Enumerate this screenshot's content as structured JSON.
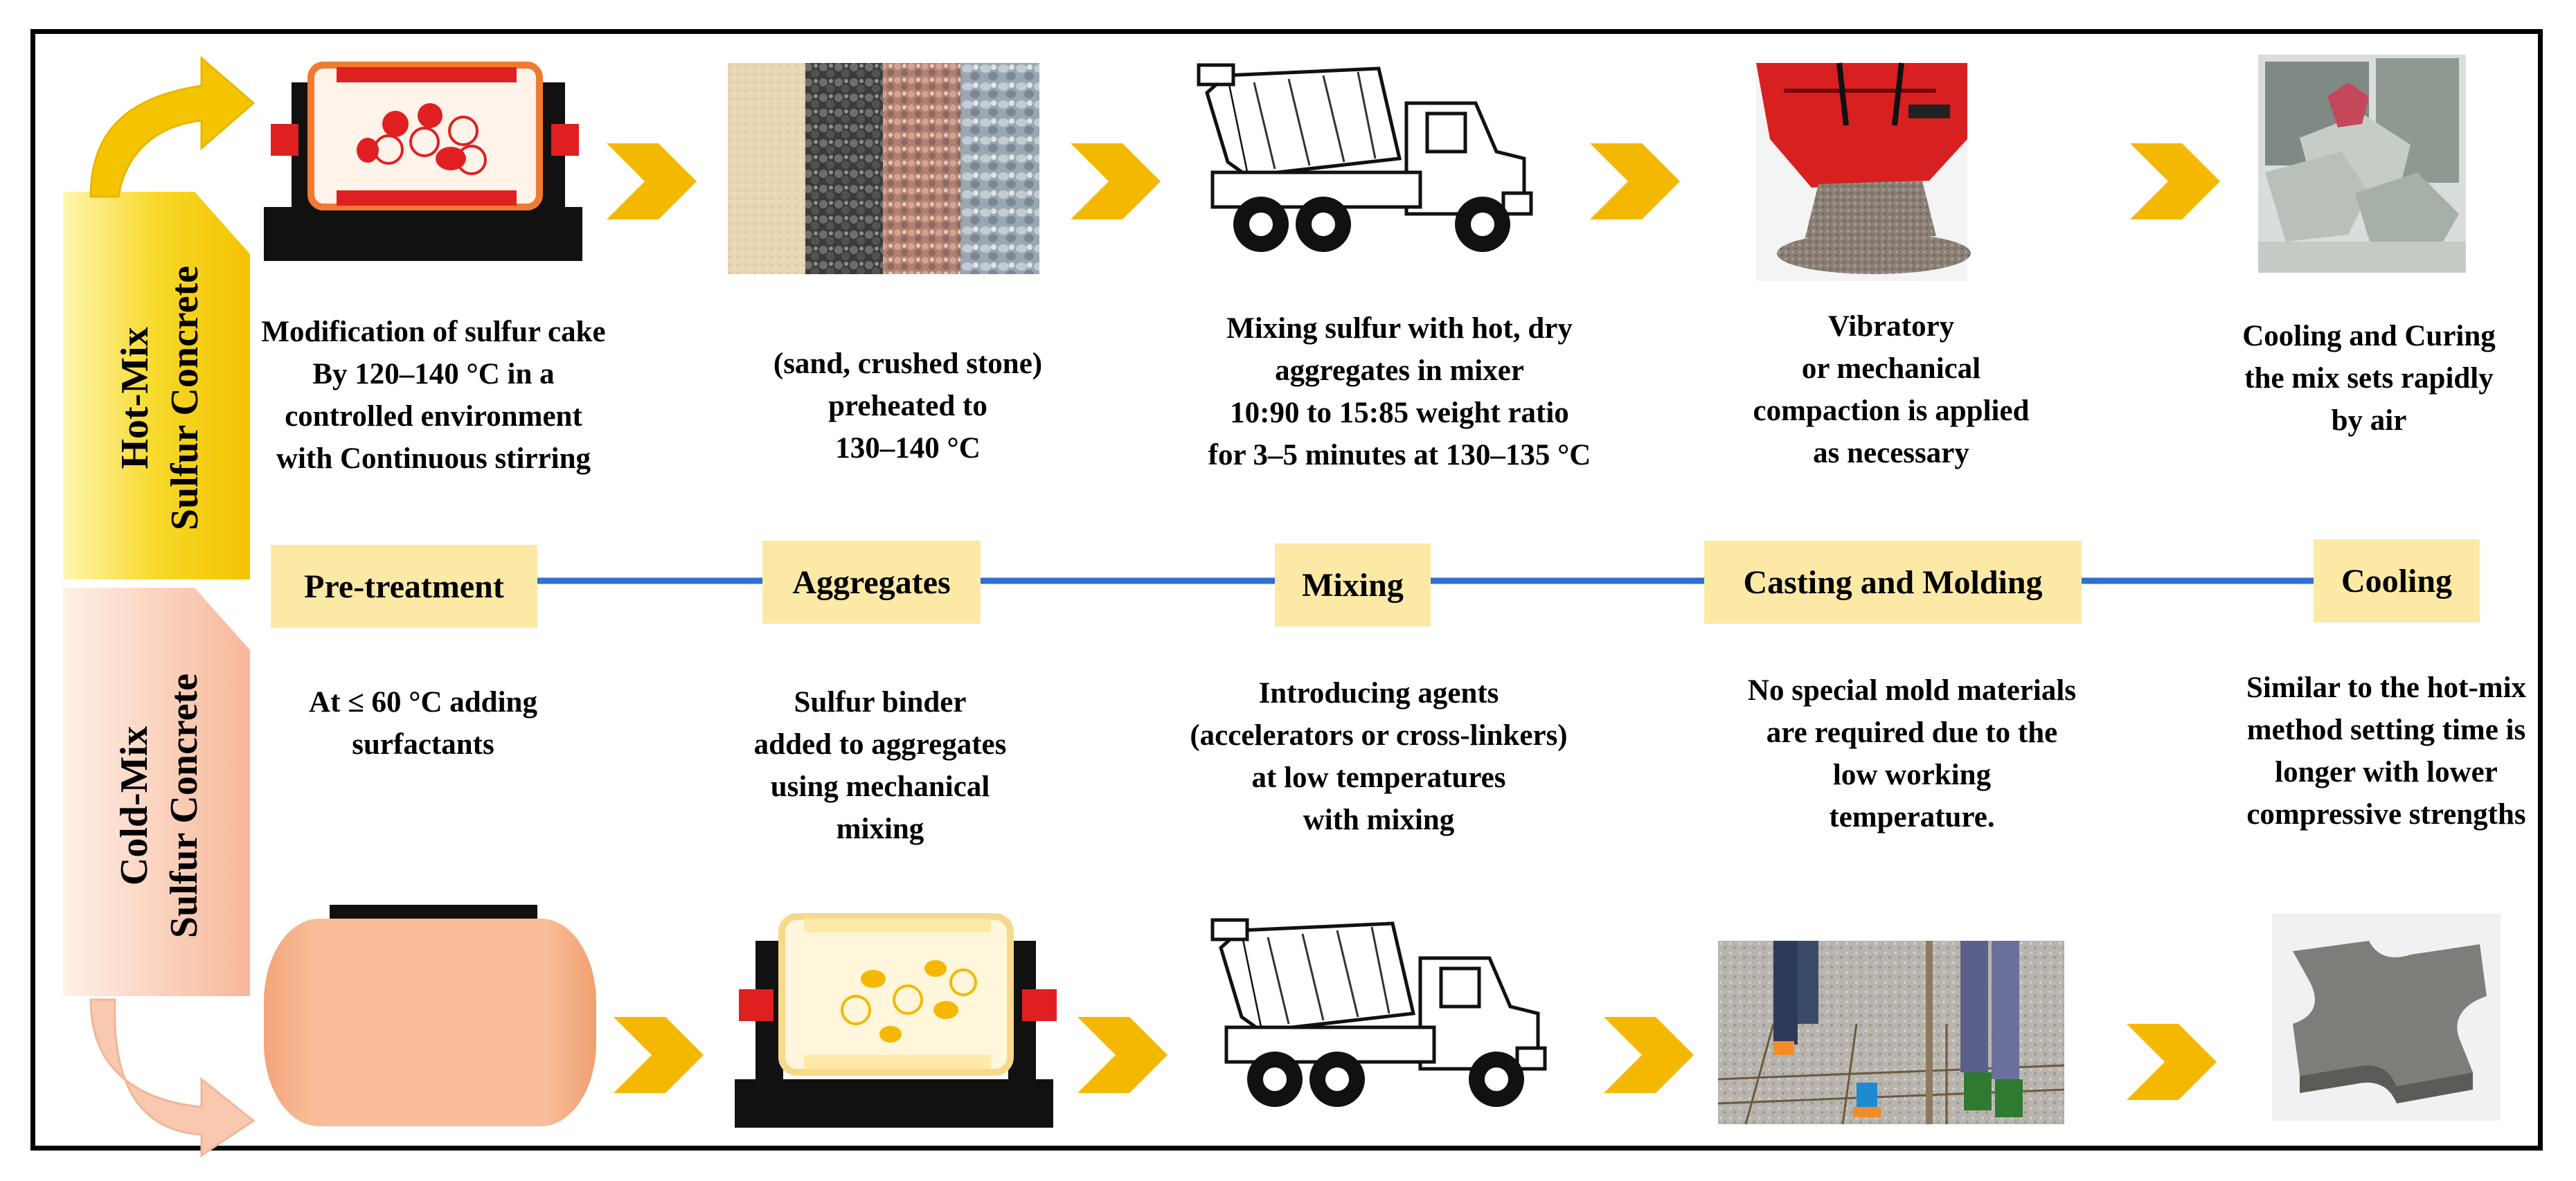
{
  "categories": {
    "hot_mix": [
      "Hot-Mix",
      "Sulfur Concrete"
    ],
    "cold_mix": [
      "Cold-Mix",
      "Sulfur Concrete"
    ]
  },
  "stages": [
    "Pre-treatment",
    "Aggregates",
    "Mixing",
    "Casting and Molding",
    "Cooling"
  ],
  "hot_descriptions": [
    [
      "Modification of sulfur cake",
      "By 120–140 °C in a",
      "controlled environment",
      "with Continuous stirring"
    ],
    [
      "(sand, crushed stone)",
      "preheated to",
      "130–140 °C"
    ],
    [
      "Mixing sulfur with hot, dry",
      "aggregates in mixer",
      "10:90 to 15:85  weight ratio",
      "for 3–5 minutes at 130–135 °C"
    ],
    [
      "Vibratory",
      "or mechanical",
      "compaction  is applied",
      "as necessary"
    ],
    [
      "Cooling and Curing",
      "the mix sets rapidly",
      "by air"
    ]
  ],
  "cold_descriptions": [
    [
      "At ≤ 60 °C adding",
      "surfactants"
    ],
    [
      "Sulfur binder",
      "added to aggregates",
      "using mechanical",
      "mixing"
    ],
    [
      "Introducing agents",
      "(accelerators or cross-linkers)",
      "at low temperatures",
      "with mixing"
    ],
    [
      "No special mold materials",
      "are required due to the",
      "low working",
      "temperature."
    ],
    [
      "Similar to the hot-mix",
      "method setting time is",
      "longer with lower",
      "compressive strengths"
    ]
  ],
  "colors": {
    "hot_accent": "#f5c400",
    "cold_accent": "#f9c2a6",
    "arrow": "#f5b800",
    "timeline": "#2f6fd0",
    "stage_box": "#fce9a6",
    "hot_heater_inner": "#e02020",
    "cold_heater_inner": "#f5b800"
  },
  "icons": [
    "heater-icon",
    "aggregates-photo",
    "mixer-truck-icon",
    "compaction-photo",
    "cured-blocks-photo",
    "tank-icon",
    "casting-photo",
    "paver-block-photo",
    "chevron-right-icon",
    "curved-arrow-icon"
  ]
}
